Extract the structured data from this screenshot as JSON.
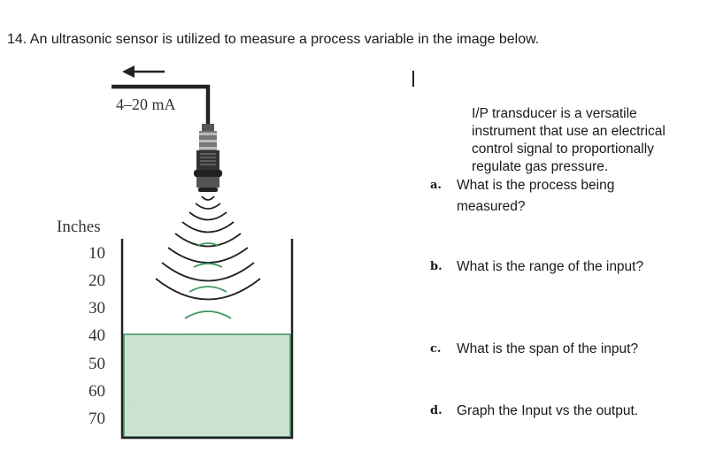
{
  "question": {
    "title": "14. An  ultrasonic sensor is utilized to measure a process variable in the image below."
  },
  "figure": {
    "signal_label": "4–20 mA",
    "inches_label": "Inches",
    "scale": [
      "10",
      "20",
      "30",
      "40",
      "50",
      "60",
      "70"
    ],
    "colors": {
      "liquid": "#c9e1cf",
      "liquid_border": "#3f8f5c",
      "waves": "#222222",
      "waves_accent": "#3a9a5e"
    }
  },
  "info": {
    "text": "I/P transducer is a versatile instrument that use an electrical control signal to proportionally regulate gas pressure."
  },
  "questions": [
    {
      "letter": "a.",
      "text": "What is the process being measured?"
    },
    {
      "letter": "b.",
      "text": "What is the range of the input?"
    },
    {
      "letter": "c.",
      "text": "What is the span of the input?"
    },
    {
      "letter": "d.",
      "text": "Graph the Input vs the output."
    }
  ]
}
